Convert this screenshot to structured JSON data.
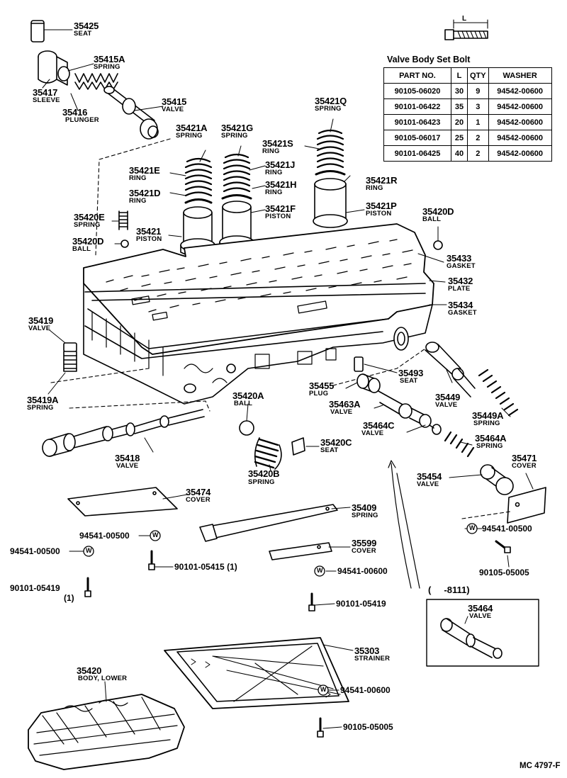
{
  "set_bolt_table": {
    "title": "Valve Body Set Bolt",
    "headers": [
      "PART NO.",
      "L",
      "QTY",
      "WASHER"
    ],
    "dimension_mark": "L",
    "rows": [
      {
        "part": "90105-06020",
        "l": "30",
        "qty": "9",
        "washer": "94542-00600"
      },
      {
        "part": "90101-06422",
        "l": "35",
        "qty": "3",
        "washer": "94542-00600"
      },
      {
        "part": "90101-06423",
        "l": "20",
        "qty": "1",
        "washer": "94542-00600"
      },
      {
        "part": "90105-06017",
        "l": "25",
        "qty": "2",
        "washer": "94542-00600"
      },
      {
        "part": "90101-06425",
        "l": "40",
        "qty": "2",
        "washer": "94542-00600"
      }
    ]
  },
  "callouts": [
    {
      "id": "c01",
      "part": "35425",
      "name": "SEAT"
    },
    {
      "id": "c02",
      "part": "35415A",
      "name": "SPRING"
    },
    {
      "id": "c03",
      "part": "35417",
      "name": "SLEEVE"
    },
    {
      "id": "c04",
      "part": "35416",
      "name": "PLUNGER"
    },
    {
      "id": "c05",
      "part": "35415",
      "name": "VALVE"
    },
    {
      "id": "c06",
      "part": "35421A",
      "name": "SPRING"
    },
    {
      "id": "c07",
      "part": "35421G",
      "name": "SPRING"
    },
    {
      "id": "c08",
      "part": "35421Q",
      "name": "SPRING"
    },
    {
      "id": "c09",
      "part": "35421S",
      "name": "RING"
    },
    {
      "id": "c10",
      "part": "35421E",
      "name": "RING"
    },
    {
      "id": "c11",
      "part": "35421J",
      "name": "RING"
    },
    {
      "id": "c12",
      "part": "35421R",
      "name": "RING"
    },
    {
      "id": "c13",
      "part": "35421D",
      "name": "RING"
    },
    {
      "id": "c14",
      "part": "35421H",
      "name": "RING"
    },
    {
      "id": "c15",
      "part": "35421F",
      "name": "PISTON"
    },
    {
      "id": "c16",
      "part": "35421P",
      "name": "PISTON"
    },
    {
      "id": "c17",
      "part": "35420E",
      "name": "SPRING"
    },
    {
      "id": "c18",
      "part": "35420D",
      "name": "BALL"
    },
    {
      "id": "c19",
      "part": "35421",
      "name": "PISTON"
    },
    {
      "id": "c20",
      "part": "35420D",
      "name": "BALL"
    },
    {
      "id": "c21",
      "part": "35433",
      "name": "GASKET"
    },
    {
      "id": "c22",
      "part": "35432",
      "name": "PLATE"
    },
    {
      "id": "c23",
      "part": "35434",
      "name": "GASKET"
    },
    {
      "id": "c24",
      "part": "35419",
      "name": "VALVE"
    },
    {
      "id": "c25",
      "part": "35493",
      "name": "SEAT"
    },
    {
      "id": "c26",
      "part": "35419A",
      "name": "SPRING"
    },
    {
      "id": "c27",
      "part": "35455",
      "name": "PLUG"
    },
    {
      "id": "c28",
      "part": "35420A",
      "name": "BALL"
    },
    {
      "id": "c29",
      "part": "35463A",
      "name": "VALVE"
    },
    {
      "id": "c30",
      "part": "35449",
      "name": "VALVE"
    },
    {
      "id": "c31",
      "part": "35464C",
      "name": "VALVE"
    },
    {
      "id": "c32",
      "part": "35449A",
      "name": "SPRING"
    },
    {
      "id": "c33",
      "part": "35464A",
      "name": "SPRING"
    },
    {
      "id": "c34",
      "part": "35420C",
      "name": "SEAT"
    },
    {
      "id": "c35",
      "part": "35418",
      "name": "VALVE"
    },
    {
      "id": "c36",
      "part": "35471",
      "name": "COVER"
    },
    {
      "id": "c37",
      "part": "35420B",
      "name": "SPRING"
    },
    {
      "id": "c38",
      "part": "35454",
      "name": "VALVE"
    },
    {
      "id": "c39",
      "part": "35474",
      "name": "COVER"
    },
    {
      "id": "c40",
      "part": "35409",
      "name": "SPRING"
    },
    {
      "id": "c41",
      "part": "35599",
      "name": "COVER"
    },
    {
      "id": "c42",
      "part": "35464",
      "name": "VALVE"
    },
    {
      "id": "c43",
      "part": "35303",
      "name": "STRAINER"
    },
    {
      "id": "c44",
      "part": "35420",
      "name": "BODY, LOWER"
    }
  ],
  "fasteners": [
    {
      "id": "f01",
      "text": "94541-00500"
    },
    {
      "id": "f02",
      "text": "94541-00500"
    },
    {
      "id": "f03",
      "text": "90101-05415 (1)"
    },
    {
      "id": "f04",
      "text": "90101-05419"
    },
    {
      "id": "f05",
      "text": "(1)"
    },
    {
      "id": "f06",
      "text": "94541-00500"
    },
    {
      "id": "f07",
      "text": "90105-05005"
    },
    {
      "id": "f08",
      "text": "94541-00600"
    },
    {
      "id": "f09",
      "text": "90101-05419"
    },
    {
      "id": "f10",
      "text": "94541-00600"
    },
    {
      "id": "f11",
      "text": "90105-05005"
    }
  ],
  "washer_mark": "W",
  "serial_range": "(     -8111)",
  "reference_code": "MC  4797-F",
  "colors": {
    "ink": "#000000",
    "paper": "#ffffff"
  }
}
